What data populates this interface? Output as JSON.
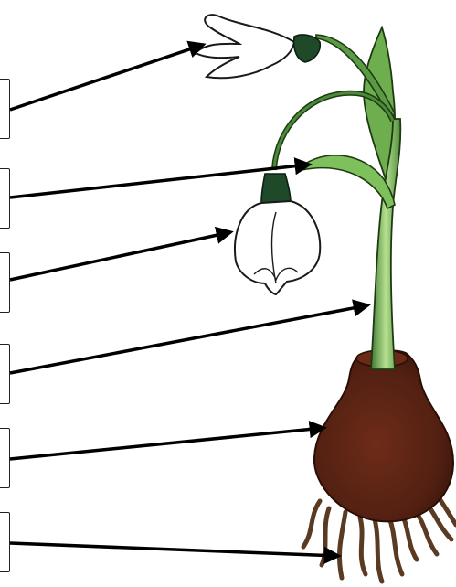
{
  "diagram": {
    "label_boxes": [
      {
        "id": "box-1",
        "text": ""
      },
      {
        "id": "box-2",
        "text": ""
      },
      {
        "id": "box-3",
        "text": ""
      },
      {
        "id": "box-4",
        "text": ""
      },
      {
        "id": "box-5",
        "text": ""
      },
      {
        "id": "box-6",
        "text": ""
      }
    ],
    "colors": {
      "petal": "#ffffff",
      "outline": "#1a1a1a",
      "ovary": "#1f4a2a",
      "stem_light": "#9cd07a",
      "stem_dark": "#3f7a33",
      "leaf": "#6fae4e",
      "bulb": "#5a2414",
      "bulb_dark": "#3a140a",
      "root": "#5b3a22",
      "arrow": "#000000"
    }
  }
}
